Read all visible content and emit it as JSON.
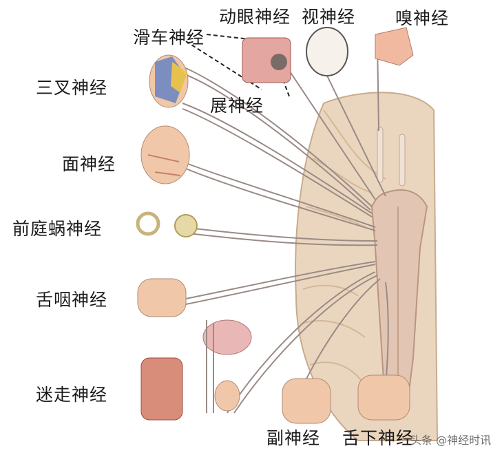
{
  "labels": {
    "trochlear": "滑车神经",
    "oculomotor": "动眼神经",
    "optic": "视神经",
    "olfactory": "嗅神经",
    "trigeminal": "三叉神经",
    "abducens": "展神经",
    "facial": "面神经",
    "vestibulocochlear": "前庭蜗神经",
    "glossopharyngeal": "舌咽神经",
    "vagus": "迷走神经",
    "accessory": "副神经",
    "hypoglossal": "舌下神经"
  },
  "watermark": {
    "text": "头条 @神经时讯"
  },
  "colors": {
    "brain": "#e9d5bd",
    "brainstem": "#e0c6b6",
    "nerve": "#d9c6c2",
    "skin": "#f0c7a9",
    "ink": "#1a1a1a"
  }
}
